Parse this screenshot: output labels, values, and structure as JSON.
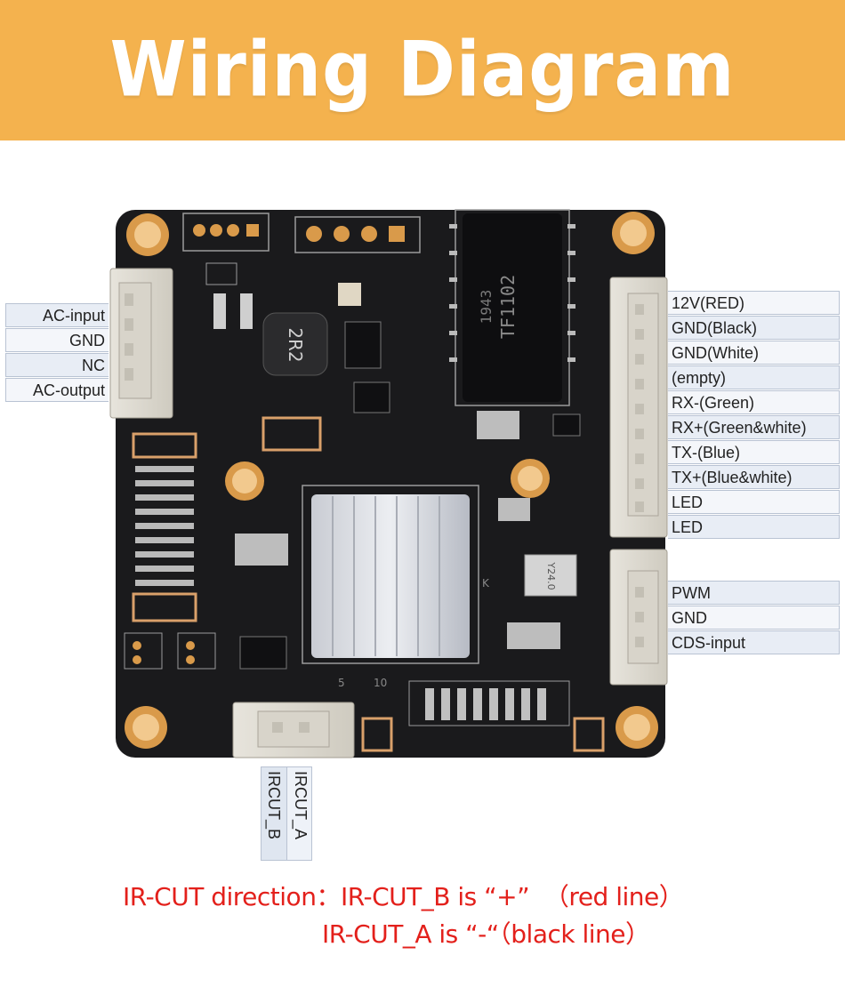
{
  "header": {
    "title": "Wiring Diagram"
  },
  "left_connector": {
    "pins": [
      "AC-input",
      "GND",
      "NC",
      "AC-output"
    ]
  },
  "right_connector_main": {
    "pins": [
      "12V(RED)",
      "GND(Black)",
      "GND(White)",
      "(empty)",
      "RX-(Green)",
      "RX+(Green&white)",
      "TX-(Blue)",
      "TX+(Blue&white)",
      "LED",
      "LED"
    ]
  },
  "right_connector_small": {
    "pins": [
      "PWM",
      "GND",
      "CDS-input"
    ]
  },
  "bottom_connector": {
    "pins": [
      "IRCUT_B",
      "IRCUT_A"
    ]
  },
  "board": {
    "chip_marking_1": "2R2",
    "chip_marking_2": "TF1102",
    "chip_marking_3": "1943",
    "crystal_marking": "Y24.0",
    "silk_10": "10",
    "silk_5": "5",
    "silk_K": "K"
  },
  "ircut_note": {
    "label": "IR-CUT direction：",
    "line1": "IR-CUT_B is “+”  （red line）",
    "line2": "IR-CUT_A is “-“（black line）"
  },
  "colors": {
    "banner": "#f4b24e",
    "board": "#1a1a1c",
    "copper": "#d99a4a",
    "note_text": "#e3201b"
  }
}
